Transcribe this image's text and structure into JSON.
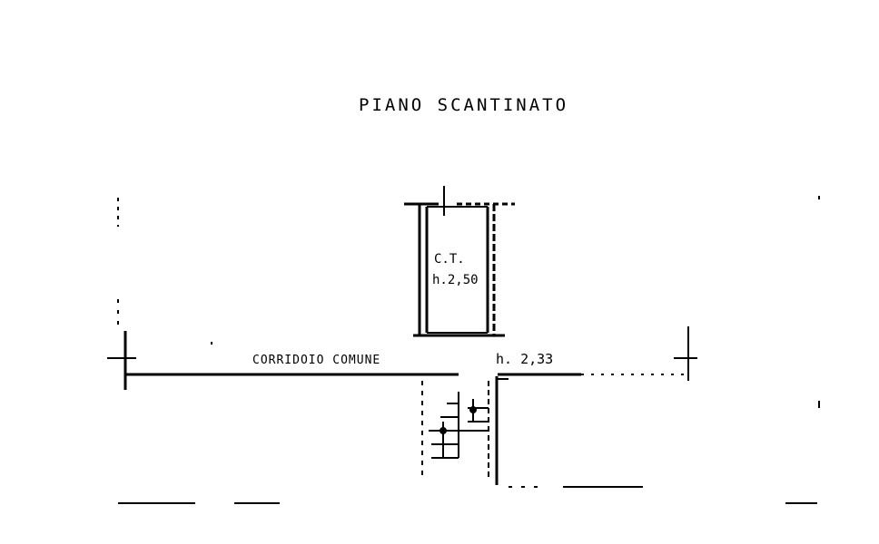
{
  "title": "PIANO SCANTINATO",
  "rooms": [
    {
      "name": "C.T.",
      "height": "h.2,50"
    },
    {
      "name": "CORRIDOIO COMUNE",
      "height": "h. 2,33"
    }
  ],
  "colors": {
    "ink": "#000000",
    "paper": "#ffffff"
  }
}
